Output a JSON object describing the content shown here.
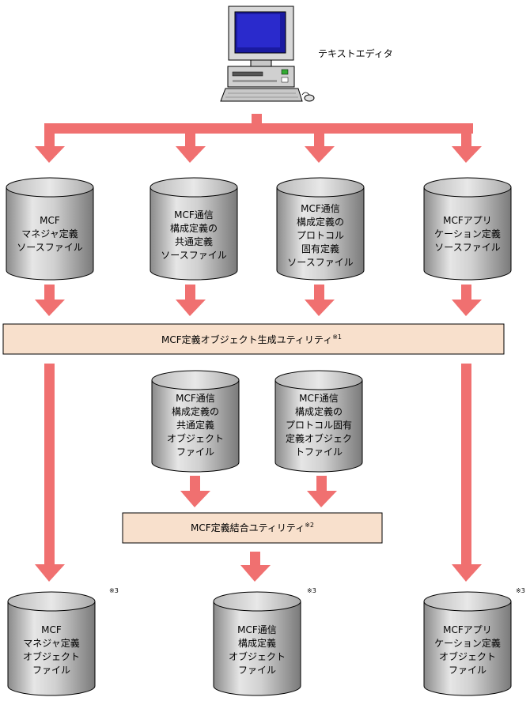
{
  "editor": {
    "label": "テキストエディタ"
  },
  "sources": [
    {
      "lines": [
        "MCF",
        "マネジャ定義",
        "ソースファイル"
      ]
    },
    {
      "lines": [
        "MCF通信",
        "構成定義の",
        "共通定義",
        "ソースファイル"
      ]
    },
    {
      "lines": [
        "MCF通信",
        "構成定義の",
        "プロトコル",
        "固有定義",
        "ソースファイル"
      ]
    },
    {
      "lines": [
        "MCFアプリ",
        "ケーション定義",
        "ソースファイル"
      ]
    }
  ],
  "utility1": {
    "label": "MCF定義オブジェクト生成ユティリティ",
    "note": "※1"
  },
  "intermediates": [
    {
      "lines": [
        "MCF通信",
        "構成定義の",
        "共通定義",
        "オブジェクト",
        "ファイル"
      ]
    },
    {
      "lines": [
        "MCF通信",
        "構成定義の",
        "プロトコル固有",
        "定義オブジェク",
        "トファイル"
      ]
    }
  ],
  "utility2": {
    "label": "MCF定義結合ユティリティ",
    "note": "※2"
  },
  "outputs": [
    {
      "lines": [
        "MCF",
        "マネジャ定義",
        "オブジェクト",
        "ファイル"
      ],
      "note": "※3"
    },
    {
      "lines": [
        "MCF通信",
        "構成定義",
        "オブジェクト",
        "ファイル"
      ],
      "note": "※3"
    },
    {
      "lines": [
        "MCFアプリ",
        "ケーション定義",
        "オブジェクト",
        "ファイル"
      ],
      "note": "※3"
    }
  ],
  "colors": {
    "arrow": "#f07070",
    "utility_fill": "#f8e0cc",
    "cylinder": "#c8c8c8"
  }
}
